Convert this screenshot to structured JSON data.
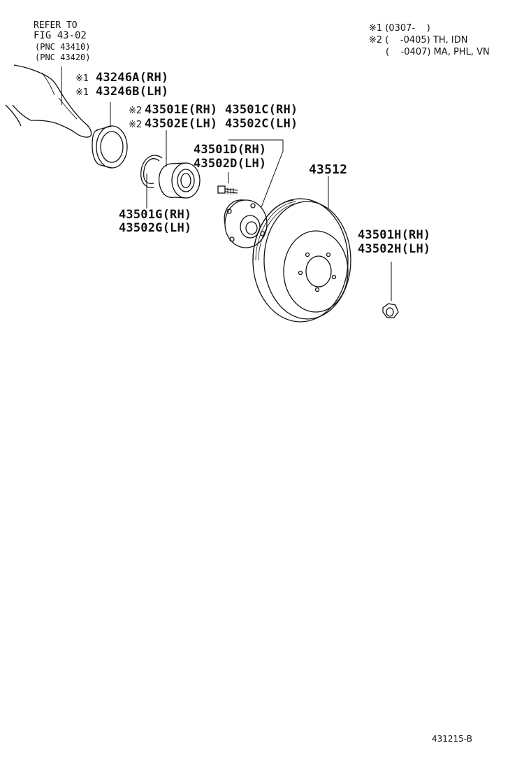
{
  "reference": {
    "line1": "REFER TO",
    "line2": "FIG 43-02",
    "line3": "(PNC 43410)",
    "line4": "(PNC 43420)"
  },
  "notes": {
    "n1": "※1 (0307-    )",
    "n2": "※2 (    -0405) TH, IDN",
    "n3": "(    -0407) MA, PHL, VN"
  },
  "parts": {
    "p1_mark": "※1",
    "p1_rh": "43246A(RH)",
    "p1b_mark": "※1",
    "p1_lh": "43246B(LH)",
    "p2_mark": "※2",
    "p2_rh": "43501E(RH)",
    "p2_rh_b": "43501C(RH)",
    "p2b_mark": "※2",
    "p2_lh": "43502E(LH)",
    "p2_lh_b": "43502C(LH)",
    "p3_rh": "43501D(RH)",
    "p3_lh": "43502D(LH)",
    "p4": "43512",
    "p5_rh": "43501G(RH)",
    "p5_lh": "43502G(LH)",
    "p6_rh": "43501H(RH)",
    "p6_lh": "43502H(LH)"
  },
  "figure_code": "431215-B"
}
